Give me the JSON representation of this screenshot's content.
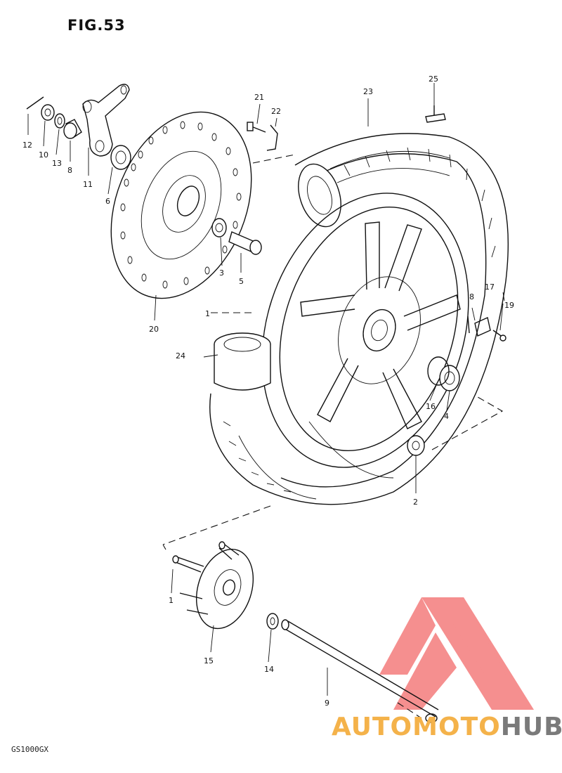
{
  "figure": {
    "title": "FIG.53",
    "model_code": "GS1000GX"
  },
  "watermark": {
    "word1": "AUTOMOTO",
    "word2": "HUB",
    "colors": {
      "triangle": "#f47c7c",
      "word1": "#f4b24a",
      "word2": "#7a7a7a"
    }
  },
  "callouts": {
    "c1a": "1",
    "c1b": "1",
    "c2": "2",
    "c3": "3",
    "c4": "4",
    "c5": "5",
    "c6": "6",
    "c8a": "8",
    "c8b": "8",
    "c9": "9",
    "c10": "10",
    "c11": "11",
    "c12": "12",
    "c13": "13",
    "c14": "14",
    "c15": "15",
    "c16": "16",
    "c17": "17",
    "c19": "19",
    "c20": "20",
    "c21": "21",
    "c22": "22",
    "c23": "23",
    "c24": "24",
    "c25": "25"
  }
}
